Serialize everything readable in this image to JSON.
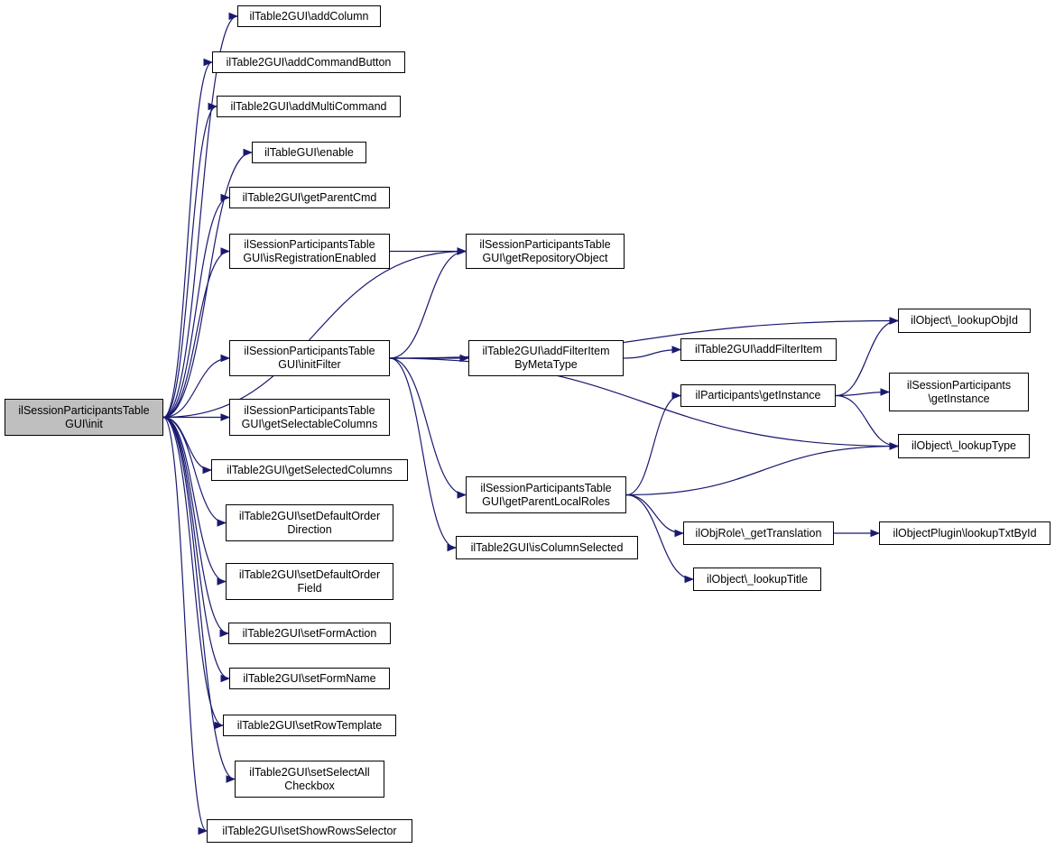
{
  "colors": {
    "edge": "#191970",
    "node_border": "#000000",
    "node_fill": "#ffffff",
    "root_fill": "#bfbfbf"
  },
  "nodes": {
    "root": [
      "ilSessionParticipantsTable",
      "GUI\\init"
    ],
    "addColumn": [
      "ilTable2GUI\\addColumn"
    ],
    "addCommandButton": [
      "ilTable2GUI\\addCommandButton"
    ],
    "addMultiCommand": [
      "ilTable2GUI\\addMultiCommand"
    ],
    "enable": [
      "ilTableGUI\\enable"
    ],
    "getParentCmd": [
      "ilTable2GUI\\getParentCmd"
    ],
    "isRegistrationEnabled": [
      "ilSessionParticipantsTable",
      "GUI\\isRegistrationEnabled"
    ],
    "getRepositoryObject": [
      "ilSessionParticipantsTable",
      "GUI\\getRepositoryObject"
    ],
    "initFilter": [
      "ilSessionParticipantsTable",
      "GUI\\initFilter"
    ],
    "getSelectableColumns": [
      "ilSessionParticipantsTable",
      "GUI\\getSelectableColumns"
    ],
    "getSelectedColumns": [
      "ilTable2GUI\\getSelectedColumns"
    ],
    "setDefaultOrderDirection": [
      "ilTable2GUI\\setDefaultOrder",
      "Direction"
    ],
    "setDefaultOrderField": [
      "ilTable2GUI\\setDefaultOrder",
      "Field"
    ],
    "setFormAction": [
      "ilTable2GUI\\setFormAction"
    ],
    "setFormName": [
      "ilTable2GUI\\setFormName"
    ],
    "setRowTemplate": [
      "ilTable2GUI\\setRowTemplate"
    ],
    "setSelectAllCheckbox": [
      "ilTable2GUI\\setSelectAll",
      "Checkbox"
    ],
    "setShowRowsSelector": [
      "ilTable2GUI\\setShowRowsSelector"
    ],
    "addFilterItemByMetaType": [
      "ilTable2GUI\\addFilterItem",
      "ByMetaType"
    ],
    "addFilterItem": [
      "ilTable2GUI\\addFilterItem"
    ],
    "lookupObjId": [
      "ilObject\\_lookupObjId"
    ],
    "participantsGetInstance": [
      "ilParticipants\\getInstance"
    ],
    "sessionParticipantsGetInstance": [
      "ilSessionParticipants",
      "\\getInstance"
    ],
    "lookupType": [
      "ilObject\\_lookupType"
    ],
    "getParentLocalRoles": [
      "ilSessionParticipantsTable",
      "GUI\\getParentLocalRoles"
    ],
    "isColumnSelected": [
      "ilTable2GUI\\isColumnSelected"
    ],
    "getTranslation": [
      "ilObjRole\\_getTranslation"
    ],
    "lookupTxtById": [
      "ilObjectPlugin\\lookupTxtById"
    ],
    "lookupTitle": [
      "ilObject\\_lookupTitle"
    ]
  },
  "edges": [
    [
      "root",
      "addColumn"
    ],
    [
      "root",
      "addCommandButton"
    ],
    [
      "root",
      "addMultiCommand"
    ],
    [
      "root",
      "enable"
    ],
    [
      "root",
      "getParentCmd"
    ],
    [
      "root",
      "isRegistrationEnabled"
    ],
    [
      "root",
      "getRepositoryObject"
    ],
    [
      "root",
      "initFilter"
    ],
    [
      "root",
      "getSelectableColumns"
    ],
    [
      "root",
      "getSelectedColumns"
    ],
    [
      "root",
      "setDefaultOrderDirection"
    ],
    [
      "root",
      "setDefaultOrderField"
    ],
    [
      "root",
      "setFormAction"
    ],
    [
      "root",
      "setFormName"
    ],
    [
      "root",
      "setRowTemplate"
    ],
    [
      "root",
      "setSelectAllCheckbox"
    ],
    [
      "root",
      "setShowRowsSelector"
    ],
    [
      "isRegistrationEnabled",
      "getRepositoryObject"
    ],
    [
      "initFilter",
      "getRepositoryObject"
    ],
    [
      "initFilter",
      "lookupObjId"
    ],
    [
      "initFilter",
      "addFilterItemByMetaType"
    ],
    [
      "initFilter",
      "lookupType"
    ],
    [
      "initFilter",
      "getParentLocalRoles"
    ],
    [
      "initFilter",
      "isColumnSelected"
    ],
    [
      "addFilterItemByMetaType",
      "addFilterItem"
    ],
    [
      "participantsGetInstance",
      "lookupObjId"
    ],
    [
      "participantsGetInstance",
      "sessionParticipantsGetInstance"
    ],
    [
      "participantsGetInstance",
      "lookupType"
    ],
    [
      "getParentLocalRoles",
      "participantsGetInstance"
    ],
    [
      "getParentLocalRoles",
      "lookupType"
    ],
    [
      "getParentLocalRoles",
      "getTranslation"
    ],
    [
      "getParentLocalRoles",
      "lookupTitle"
    ],
    [
      "getTranslation",
      "lookupTxtById"
    ]
  ]
}
